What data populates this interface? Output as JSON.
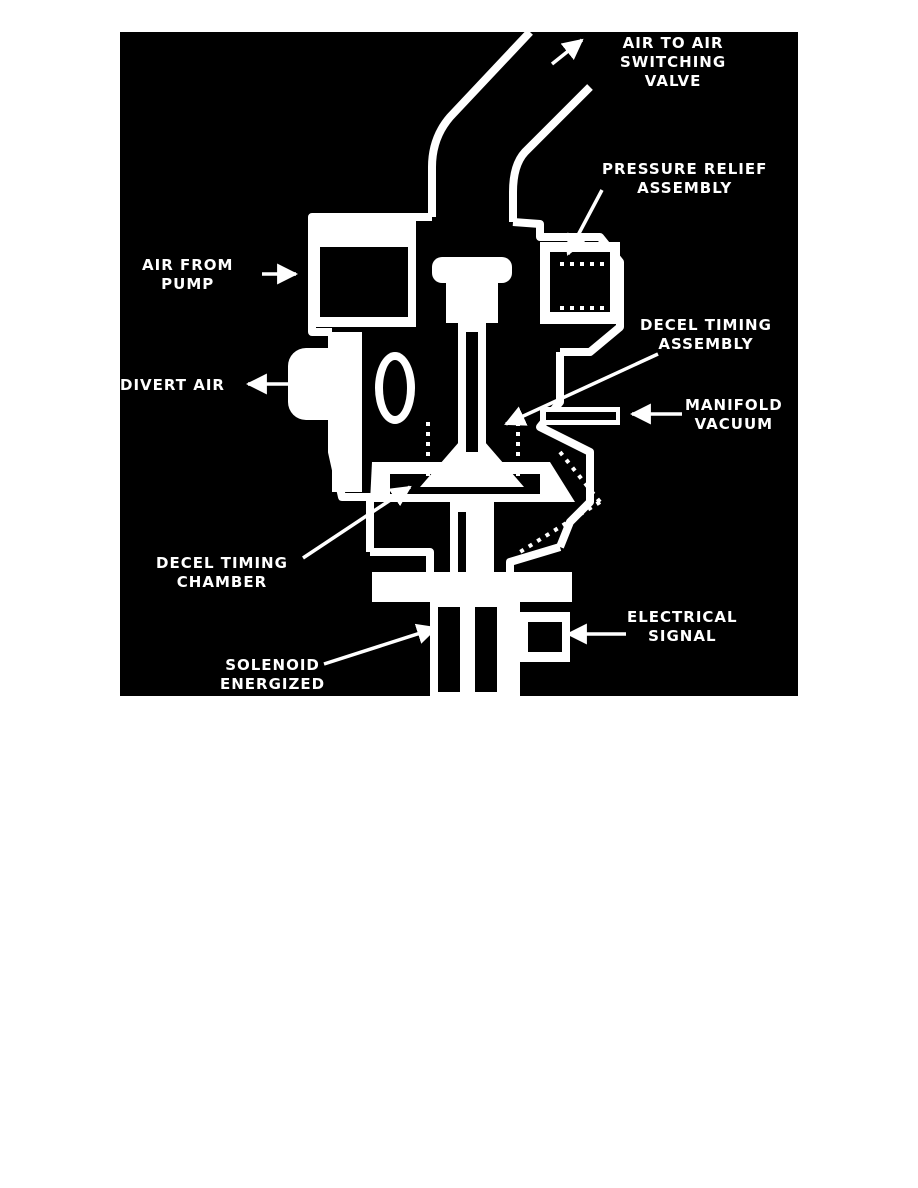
{
  "colors": {
    "page_background": "#ffffff",
    "figure_background": "#000000",
    "ink": "#ffffff"
  },
  "labels": {
    "air_to_switching_valve": [
      "AIR TO AIR",
      "SWITCHING",
      "VALVE"
    ],
    "pressure_relief": [
      "PRESSURE RELIEF",
      "ASSEMBLY"
    ],
    "air_from_pump": [
      "AIR FROM",
      "PUMP"
    ],
    "decel_timing_assembly": [
      "DECEL TIMING",
      "ASSEMBLY"
    ],
    "divert_air": [
      "DIVERT AIR"
    ],
    "manifold_vacuum": [
      "MANIFOLD",
      "VACUUM"
    ],
    "decel_timing_chamber": [
      "DECEL TIMING",
      "CHAMBER"
    ],
    "electrical_signal": [
      "ELECTRICAL",
      "SIGNAL"
    ],
    "solenoid_energized": [
      "SOLENOID",
      "ENERGIZED"
    ]
  }
}
